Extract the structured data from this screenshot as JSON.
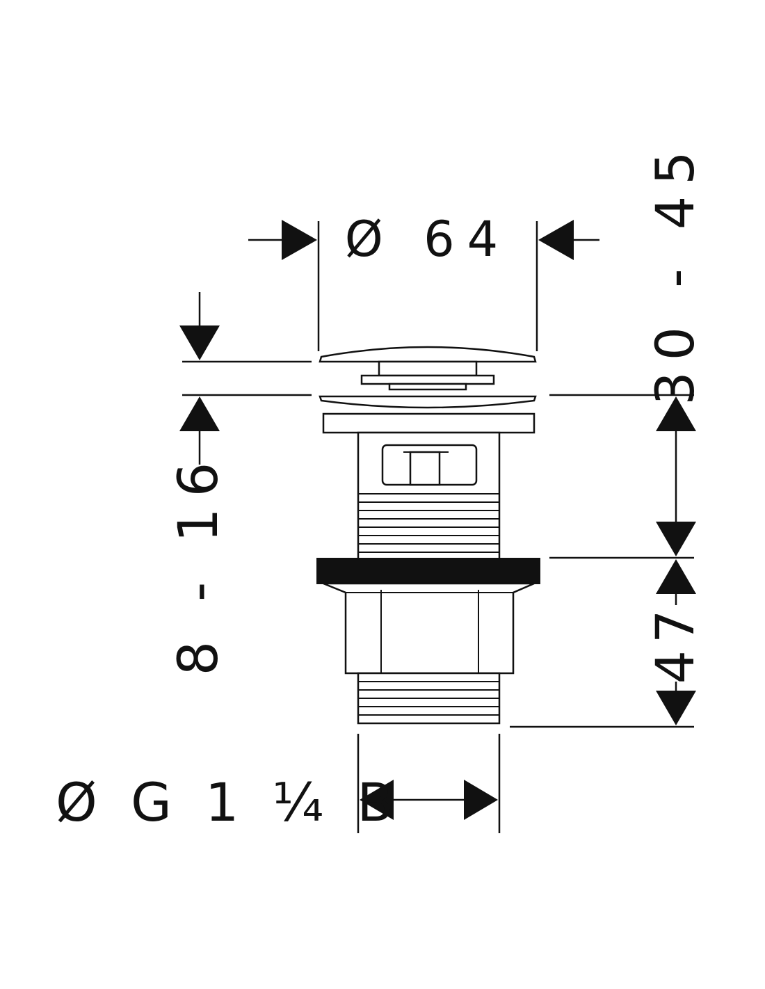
{
  "dimensions": {
    "cap_diameter": "Ø 64",
    "thread_size": "Ø G 1 ¼ B",
    "adjust_range": "8 - 16",
    "overall_range": "30 - 45",
    "body_height": "47"
  },
  "colors": {
    "line": "#111111",
    "background": "#ffffff"
  }
}
